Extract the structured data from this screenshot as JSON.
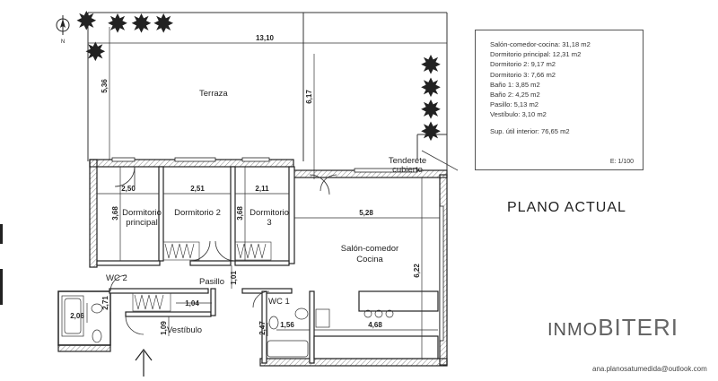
{
  "plan": {
    "compass_label": "N",
    "rooms": {
      "terraza": "Terraza",
      "tenderete_1": "Tenderete",
      "tenderete_2": "cubierto",
      "dormitorio_principal_1": "Dormitorio",
      "dormitorio_principal_2": "principal",
      "dormitorio_2": "Dormitorio 2",
      "dormitorio_3_1": "Dormitorio",
      "dormitorio_3_2": "3",
      "salon_1": "Salón-comedor",
      "salon_2": "Cocina",
      "wc2": "WC 2",
      "wc1": "WC 1",
      "pasillo": "Pasillo",
      "vestibulo": "Vestíbulo"
    },
    "dimensions": {
      "d_13_10": "13,10",
      "d_5_36": "5,36",
      "d_6_17": "6,17",
      "d_2_50": "2,50",
      "d_2_51": "2,51",
      "d_2_11": "2,11",
      "d_5_28": "5,28",
      "d_3_68a": "3,68",
      "d_3_68b": "3,68",
      "d_6_22": "6,22",
      "d_1_01": "1,01",
      "d_1_04": "1,04",
      "d_2_71": "2,71",
      "d_2_06": "2,06",
      "d_1_09": "1,09",
      "d_1_56": "1,56",
      "d_2_47": "2,47",
      "d_4_68": "4,68"
    }
  },
  "legend": {
    "items": [
      "Salón-comedor-cocina: 31,18 m2",
      "Dormitorio principal: 12,31 m2",
      "Dormitorio 2: 9,17 m2",
      "Dormitorio 3: 7,66 m2",
      "Baño 1: 3,85 m2",
      "Baño 2: 4,25 m2",
      "Pasillo: 5,13 m2",
      "Vestíbulo: 3,10 m2"
    ],
    "total": "Sup. útil interior: 76,65 m2",
    "scale": "E: 1/100"
  },
  "title": "PLANO ACTUAL",
  "brand": {
    "part1": "INMO",
    "part2": "BITERI"
  },
  "email": "ana.planosatumedida@outlook.com"
}
